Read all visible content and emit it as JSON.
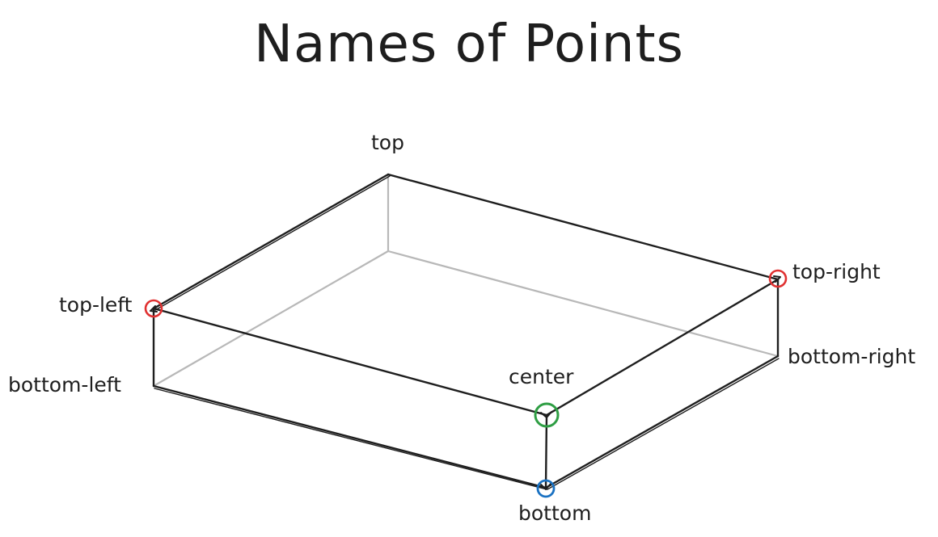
{
  "title": "Names of Points",
  "points": {
    "top": "top",
    "top_left": "top-left",
    "top_right": "top-right",
    "bottom_left": "bottom-left",
    "bottom_right": "bottom-right",
    "center": "center",
    "bottom": "bottom"
  },
  "colors": {
    "edge_front": "#1e1e1e",
    "edge_hidden": "#b8b8b8",
    "marker_top_left": "#e03131",
    "marker_top_right": "#e03131",
    "marker_center": "#2f9e44",
    "marker_bottom": "#1971c2"
  }
}
